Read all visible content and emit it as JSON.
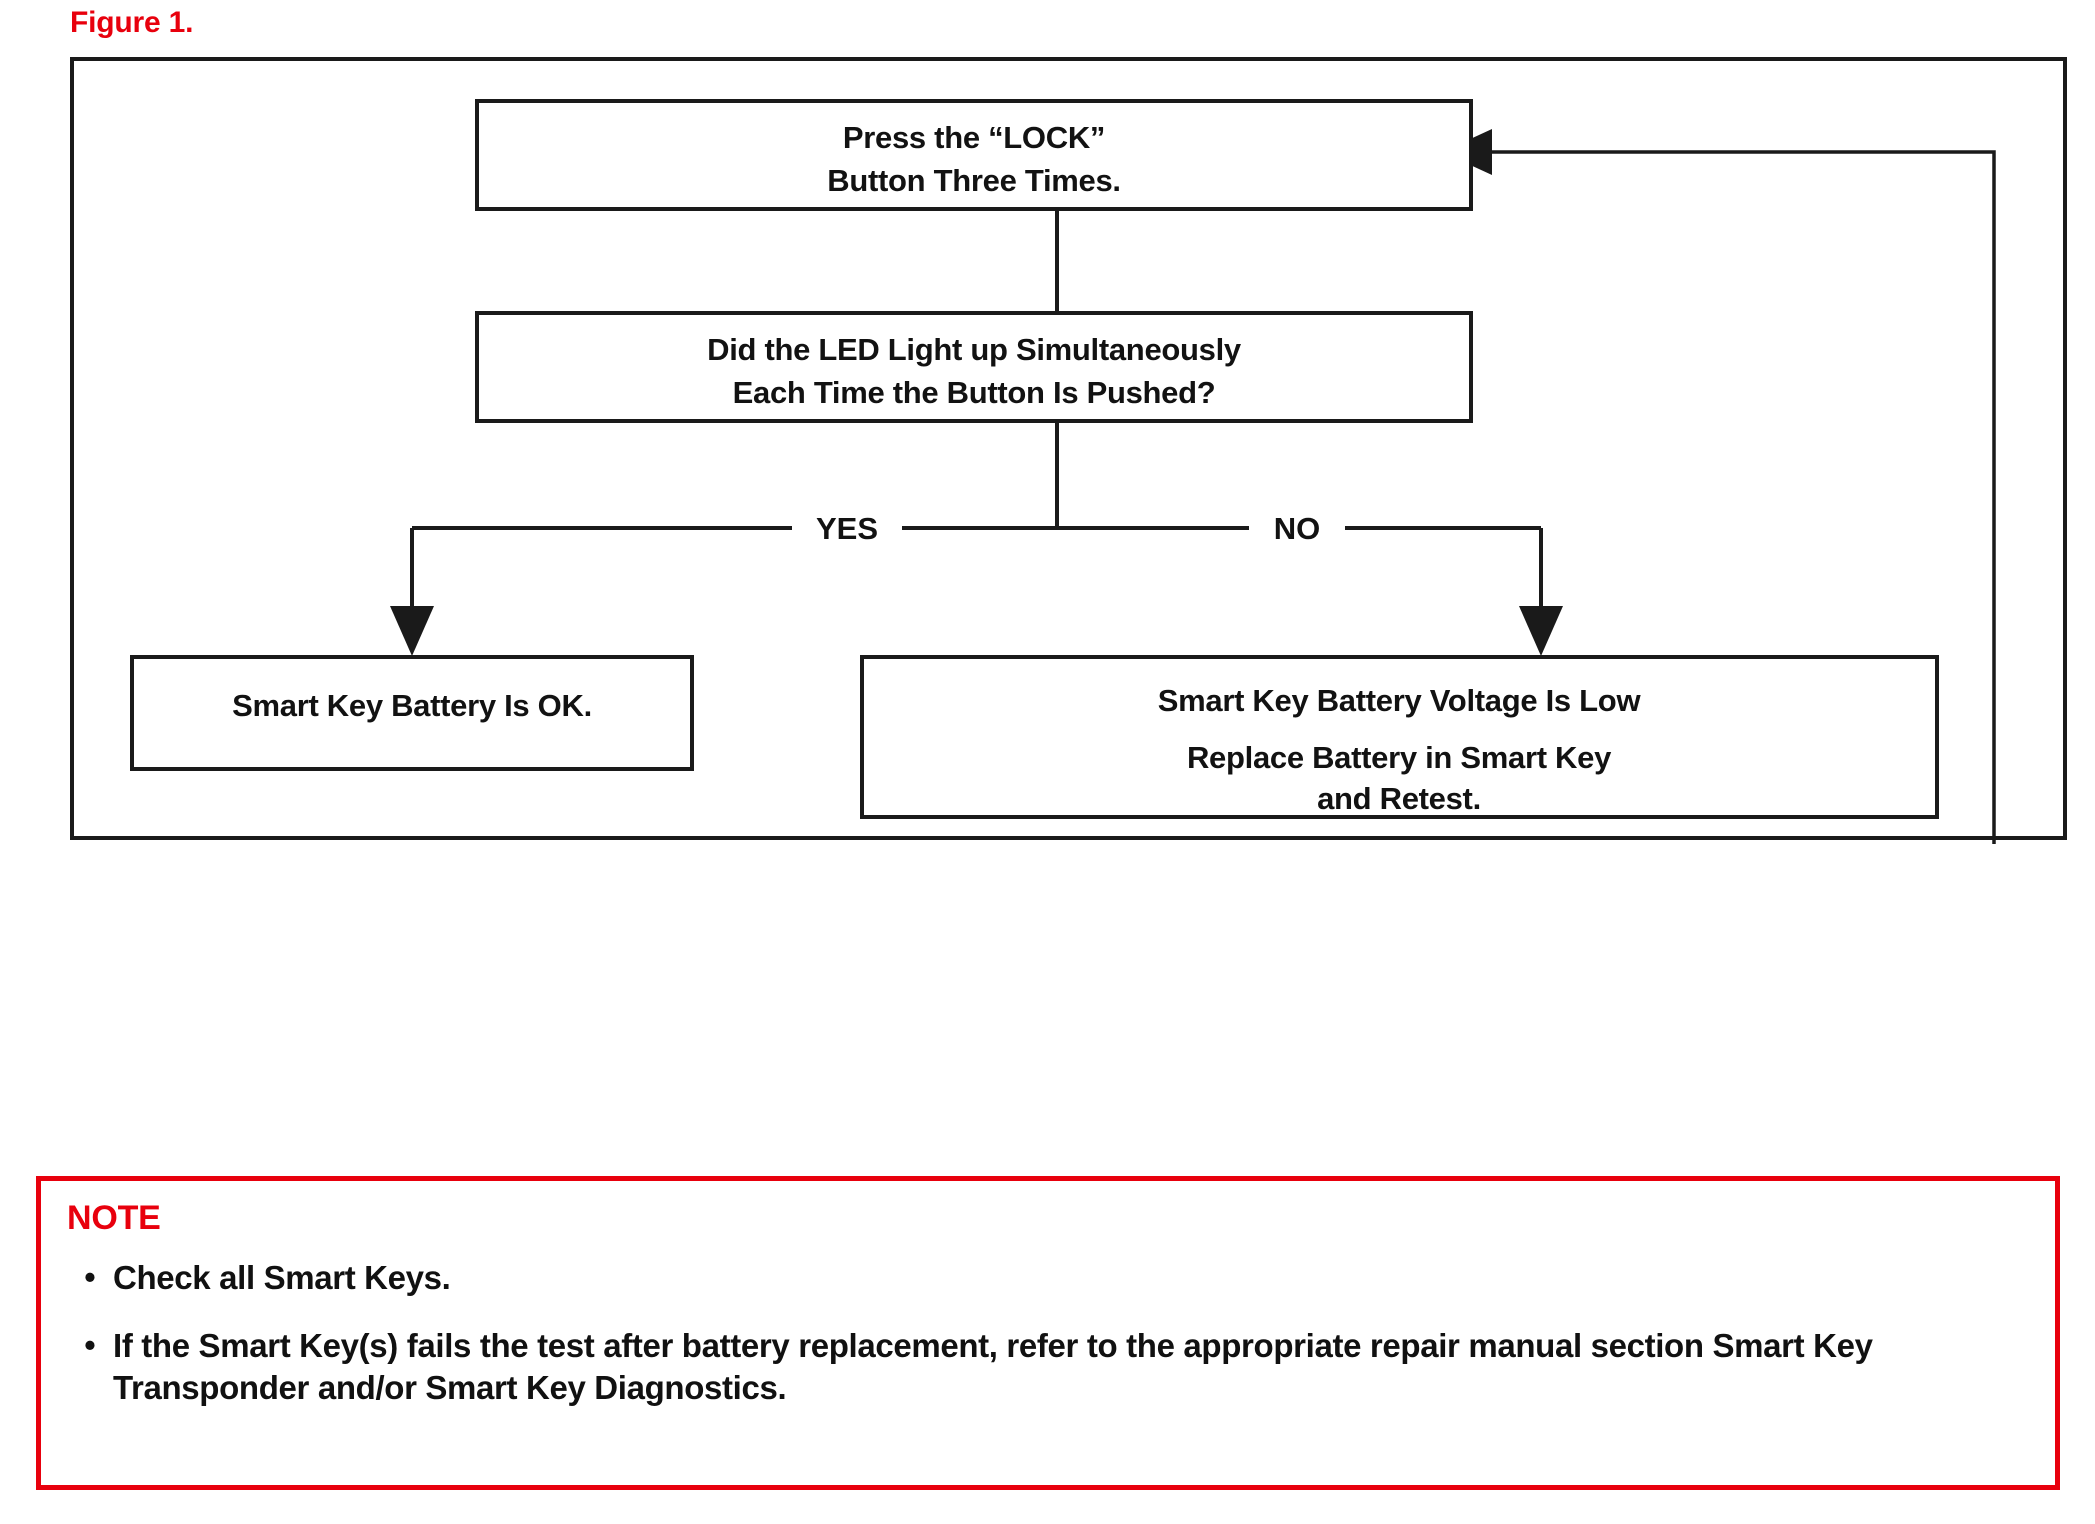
{
  "figure": {
    "label": "Figure 1.",
    "label_color": "#e8000d",
    "border_color": "#1a1a1a"
  },
  "flowchart": {
    "nodes": {
      "start": {
        "name": "press-lock-button-node",
        "lines": [
          "Press the “LOCK”",
          "Button Three Times."
        ]
      },
      "decision": {
        "name": "led-question-node",
        "lines": [
          "Did the LED Light up Simultaneously",
          "Each Time the Button Is Pushed?"
        ]
      },
      "outcome_yes": {
        "name": "battery-ok-node",
        "lines": [
          "Smart Key Battery Is OK."
        ]
      },
      "outcome_no": {
        "name": "battery-low-node",
        "lines": [
          "Smart Key Battery Voltage Is Low",
          "Replace Battery in Smart Key",
          "and Retest."
        ]
      }
    },
    "branches": {
      "yes": "YES",
      "no": "NO"
    }
  },
  "note": {
    "title": "NOTE",
    "title_color": "#e8000d",
    "border_color": "#e8000d",
    "bullet": "•",
    "items": [
      "Check all Smart Keys.",
      "If the Smart Key(s) fails the test after battery replacement, refer to the appropriate repair manual section Smart Key Transponder and/or Smart Key Diagnostics."
    ]
  }
}
